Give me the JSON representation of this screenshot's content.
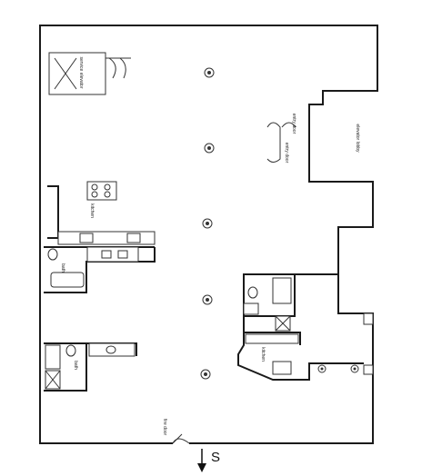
{
  "rooms": {
    "service_elevator": "service elevator",
    "entry_door_1": "entry door",
    "entry_door_2": "entry door",
    "elevator_lobby": "elevator lobby",
    "kitchen_left": "kitchen",
    "bath_left_upper": "bath",
    "bath_left_lower": "bath",
    "kitchen_right": "kitchen",
    "fire_door": "fire door"
  },
  "compass": {
    "direction": "S"
  },
  "columns_count": 5
}
